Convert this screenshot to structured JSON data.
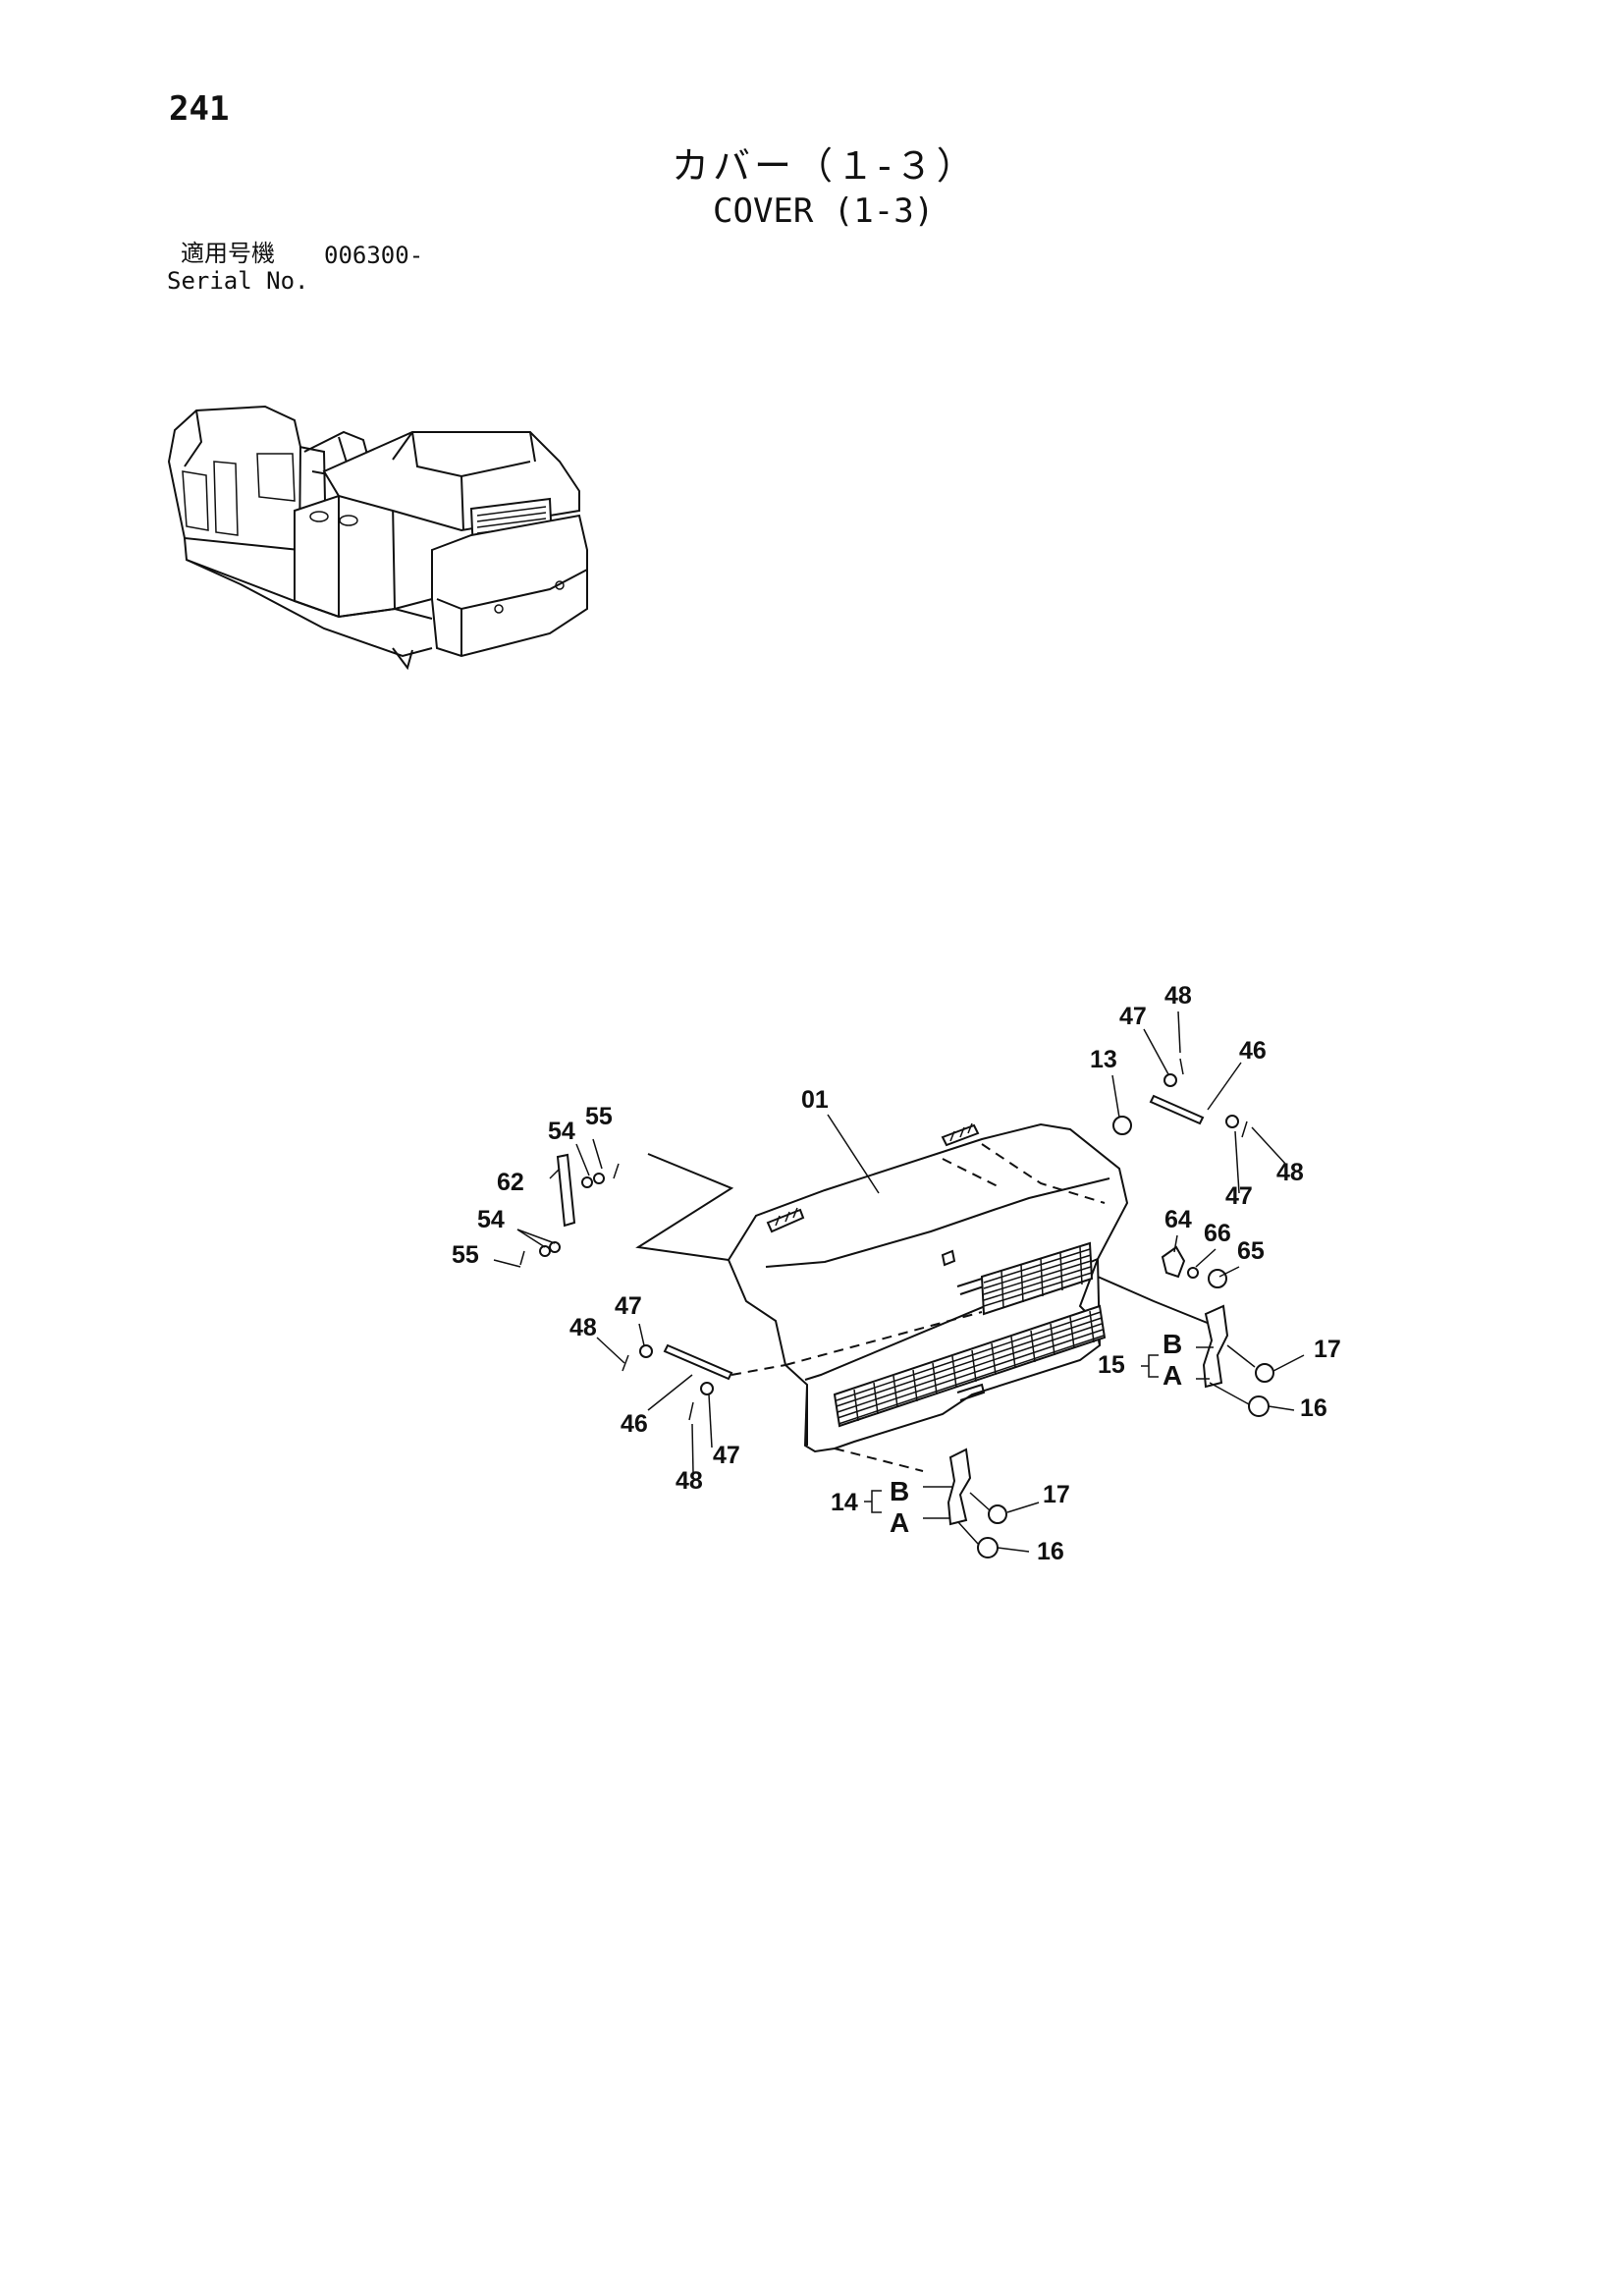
{
  "header": {
    "page_number": "241",
    "title_jp": "カバー（１-３）",
    "title_en": "COVER (1-3)",
    "serial_label_jp": "適用号機",
    "serial_value": "006300-",
    "serial_label_en": "Serial No."
  },
  "callouts": {
    "c01": "01",
    "c13": "13",
    "c14": "14",
    "c15": "15",
    "c16a": "16",
    "c16b": "16",
    "c17a": "17",
    "c17b": "17",
    "c46a": "46",
    "c46b": "46",
    "c47a": "47",
    "c47b": "47",
    "c47c": "47",
    "c47d": "47",
    "c48a": "48",
    "c48b": "48",
    "c48c": "48",
    "c48d": "48",
    "c54a": "54",
    "c54b": "54",
    "c55a": "55",
    "c55b": "55",
    "c62": "62",
    "c64": "64",
    "c65": "65",
    "c66": "66",
    "sub14a": "A",
    "sub14b": "B",
    "sub15a": "A",
    "sub15b": "B"
  }
}
